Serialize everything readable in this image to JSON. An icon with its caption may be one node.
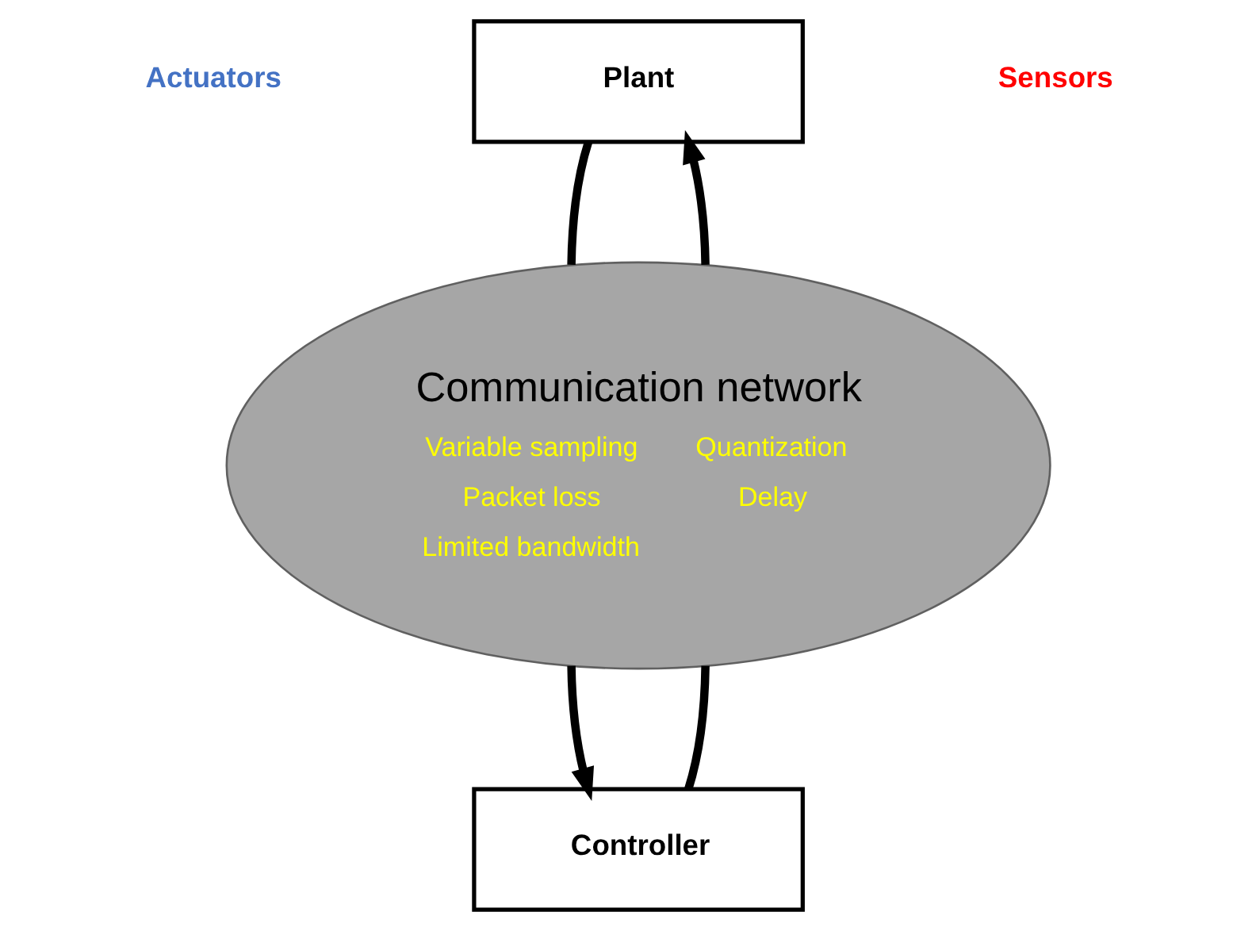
{
  "diagram": {
    "nodes": [
      {
        "text": [
          "Plant"
        ]
      },
      {
        "text": [
          "Controller"
        ]
      },
      {
        "text": [
          "Communication network",
          "Variable sampling",
          "Quantization",
          "Packet loss",
          "Delay",
          "Limited bandwidth"
        ]
      }
    ],
    "edges": [
      {
        "from": 0,
        "to": 2,
        "arrow": "none"
      },
      {
        "from": 2,
        "to": 1,
        "arrow": "to"
      },
      {
        "from": 1,
        "to": 2,
        "arrow": "none"
      },
      {
        "from": 2,
        "to": 0,
        "arrow": "to"
      }
    ],
    "labels": [
      "Actuators",
      "Sensors"
    ]
  }
}
